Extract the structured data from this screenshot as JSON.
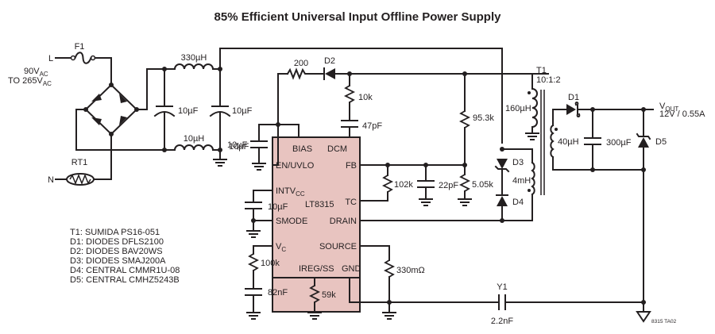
{
  "title": "85% Efficient Universal Input Offline Power Supply",
  "figure_id": "8315 TA02",
  "ic": {
    "part": "LT8315",
    "fill_color": "#e8c4c0",
    "pins": {
      "bias": "BIAS",
      "dcm": "DCM",
      "en_uvlo": "EN/UVLO",
      "fb": "FB",
      "intvcc": "INTV",
      "intvcc_sub": "CC",
      "tc": "TC",
      "smode": "SMODE",
      "drain": "DRAIN",
      "vc": "V",
      "vc_sub": "C",
      "source": "SOURCE",
      "ireg_ss": "IREG/SS",
      "gnd": "GND"
    }
  },
  "input": {
    "line": "L",
    "neutral": "N",
    "range_1": "90V",
    "range_1_sub": "AC",
    "range_2": "TO 265V",
    "range_2_sub": "AC"
  },
  "components": {
    "f1": "F1",
    "rt1": "RT1",
    "l_330u": "330µH",
    "l_10u": "10µH",
    "c_in1": "10µF",
    "c_in2": "10µF",
    "c_bulk": "10µF",
    "c_bias": "10µF",
    "c_intvcc": "10µF",
    "r_200": "200",
    "d2": "D2",
    "r_10k": "10k",
    "c_47p": "47pF",
    "r_95k3": "95.3k",
    "r_5k05": "5.05k",
    "r_102k": "102k",
    "c_22p": "22pF",
    "r_100k": "100k",
    "c_82n": "82nF",
    "r_59k": "59k",
    "r_330m": "330mΩ",
    "y1": "Y1",
    "y1_val": "2.2nF",
    "t1": "T1",
    "t1_ratio": "10:1:2",
    "l_pri": "160µH",
    "l_sec": "40µH",
    "l_aux": "4mH",
    "d1": "D1",
    "d3": "D3",
    "d4": "D4",
    "d5": "D5",
    "c_out": "300µF",
    "vout": "V",
    "vout_sub": "OUT",
    "vout_spec": "12V / 0.55A"
  },
  "bom": [
    "T1: SUMIDA PS16-051",
    "D1: DIODES DFLS2100",
    "D2: DIODES BAV20WS",
    "D3: DIODES SMAJ200A",
    "D4: CENTRAL CMMR1U-08",
    "D5: CENTRAL CMHZ5243B"
  ]
}
